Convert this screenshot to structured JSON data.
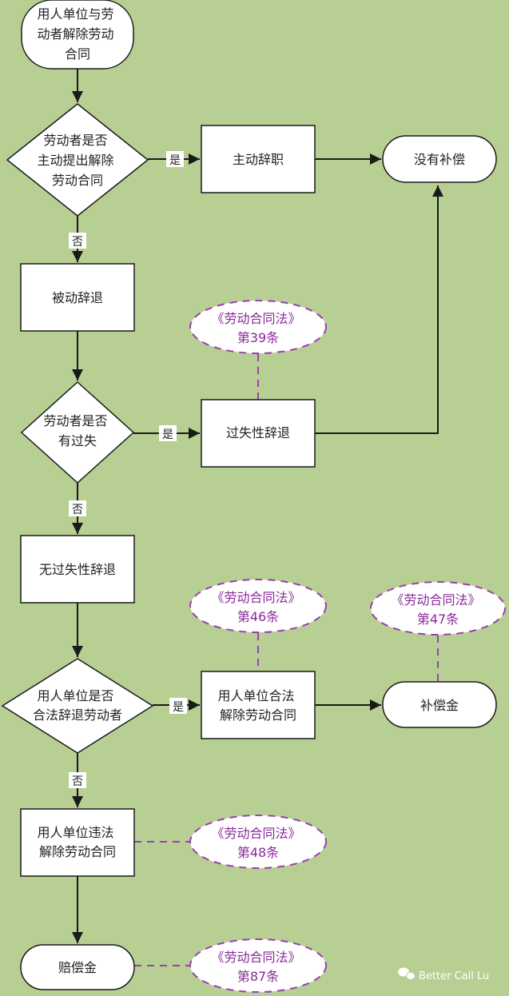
{
  "diagram": {
    "nodes": {
      "start": [
        "用人单位与劳",
        "动者解除劳动",
        "合同"
      ],
      "q1": [
        "劳动者是否",
        "主动提出解除",
        "劳动合同"
      ],
      "resign": [
        "主动辞职"
      ],
      "no_comp": [
        "没有补偿"
      ],
      "passive": [
        "被动辞退"
      ],
      "q2": [
        "劳动者是否",
        "有过失"
      ],
      "fault_dismiss": [
        "过失性辞退"
      ],
      "nofault_dismiss": [
        "无过失性辞退"
      ],
      "q3": [
        "用人单位是否",
        "合法辞退劳动者"
      ],
      "legal": [
        "用人单位合法",
        "解除劳动合同"
      ],
      "comp": [
        "补偿金"
      ],
      "illegal": [
        "用人单位违法",
        "解除劳动合同"
      ],
      "damages": [
        "赔偿金"
      ]
    },
    "law_notes": {
      "art39": [
        "《劳动合同法》",
        "第39条"
      ],
      "art46": [
        "《劳动合同法》",
        "第46条"
      ],
      "art47": [
        "《劳动合同法》",
        "第47条"
      ],
      "art48": [
        "《劳动合同法》",
        "第48条"
      ],
      "art87": [
        "《劳动合同法》",
        "第87条"
      ]
    },
    "edge_labels": {
      "yes": "是",
      "no": "否"
    }
  },
  "watermark": {
    "text": "Better Call Lu",
    "icon": "wechat-icon"
  },
  "colors": {
    "background": "#b7cf93",
    "node_fill": "#ffffff",
    "stroke": "#1a1a1a",
    "law_dash": "#9b3fb0",
    "law_text": "#8a2a9a"
  }
}
